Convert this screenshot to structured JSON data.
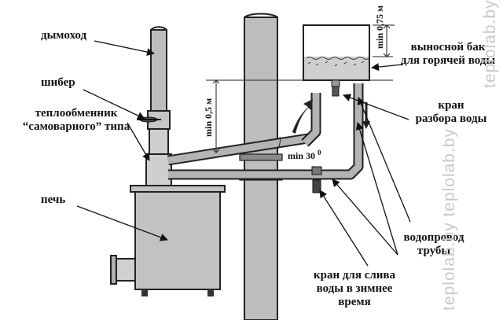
{
  "labels": {
    "chimney": "дымоход",
    "damper": "шибер",
    "heat_exchanger_line1": "теплообменник",
    "heat_exchanger_line2": "“самоварного” типа",
    "stove": "печь",
    "tank_line1": "выносной бак",
    "tank_line2": "для горячей воды",
    "tap_line1": "кран",
    "tap_line2": "разбора воды",
    "pipes_line1": "водопровод",
    "pipes_line2": "трубы",
    "drain_line1": "кран для слива",
    "drain_line2": "воды в зимнее",
    "drain_line3": "время"
  },
  "dimensions": {
    "tank_height": "min 0,75 м",
    "pipe_height": "min 0,5 м",
    "angle": "min 30",
    "angle_sup": "0"
  },
  "watermarks": {
    "top": "teplolab.by",
    "bottom": "teplolab.by  teplolab.by"
  },
  "colors": {
    "pipe_fill": "#b4b4b4",
    "pipe_stroke": "#222222",
    "stove_fill": "#c2c2c2",
    "watermark": "#c9c9c9"
  }
}
